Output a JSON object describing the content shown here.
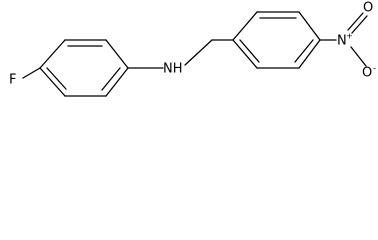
{
  "atoms": {
    "fluorine": "F",
    "amine": "NH",
    "nitro_nitrogen": "N",
    "nitro_plus": "+",
    "nitro_oxygen_top": "O",
    "nitro_oxygen_bottom": "O",
    "nitro_minus": "-"
  }
}
